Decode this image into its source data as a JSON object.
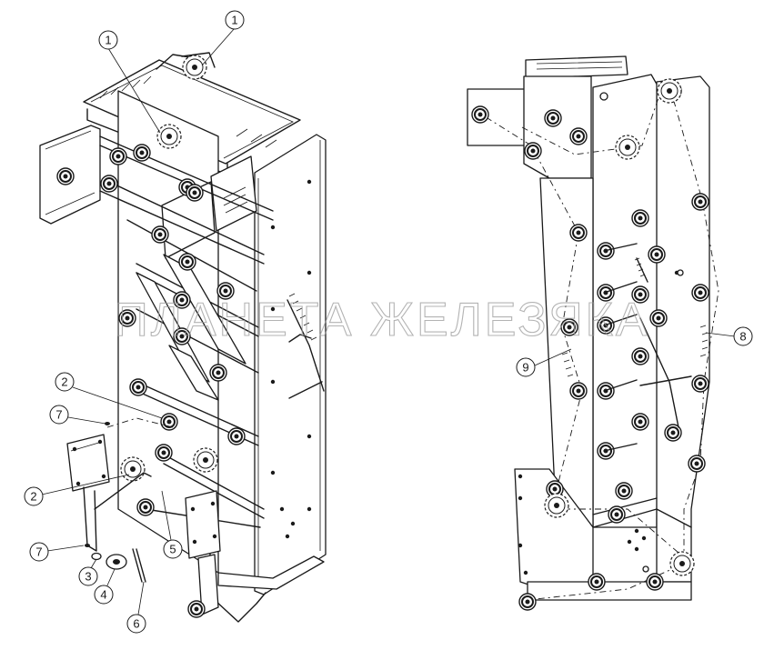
{
  "watermark": "ПЛАНЕТА ЖЕЛЕЗЯКА",
  "callouts": {
    "c1a": "1",
    "c1b": "1",
    "c2a": "2",
    "c2b": "2",
    "c3": "3",
    "c4": "4",
    "c5": "5",
    "c6": "6",
    "c7a": "7",
    "c7b": "7",
    "c8": "8",
    "c9": "9"
  }
}
